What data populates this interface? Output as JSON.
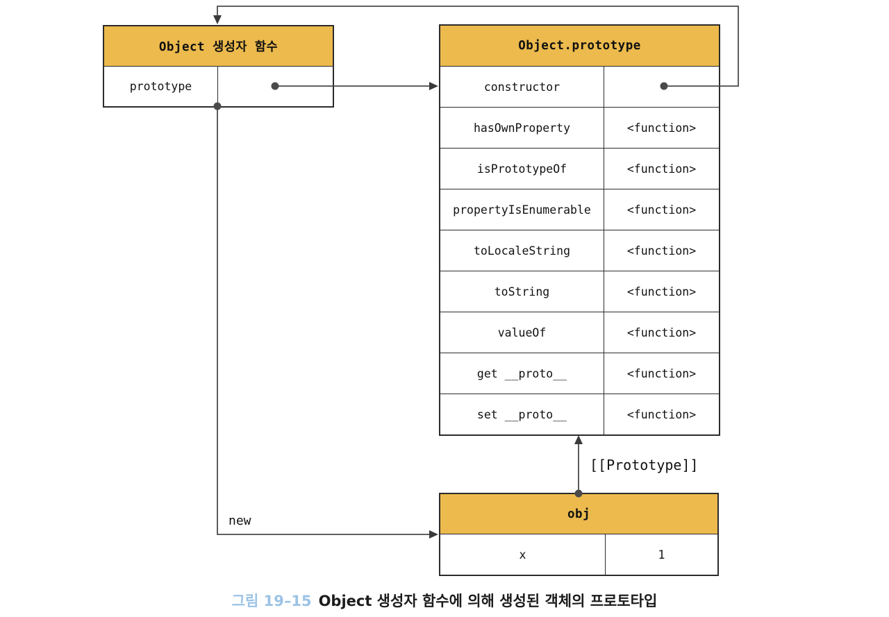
{
  "colors": {
    "header_fill": "#ECBA4D",
    "border_color": "#2b2b2b",
    "arrow_color": "#4a4a4a",
    "caption_accent": "#9CC3E5"
  },
  "constructor_box": {
    "title": "Object 생성자 함수",
    "rows": [
      {
        "name": "prototype",
        "value": ""
      }
    ]
  },
  "prototype_box": {
    "title": "Object.prototype",
    "rows": [
      {
        "name": "constructor",
        "value": ""
      },
      {
        "name": "hasOwnProperty",
        "value": "<function>"
      },
      {
        "name": "isPrototypeOf",
        "value": "<function>"
      },
      {
        "name": "propertyIsEnumerable",
        "value": "<function>"
      },
      {
        "name": "toLocaleString",
        "value": "<function>"
      },
      {
        "name": "toString",
        "value": "<function>"
      },
      {
        "name": "valueOf",
        "value": "<function>"
      },
      {
        "name": "get __proto__",
        "value": "<function>"
      },
      {
        "name": "set __proto__",
        "value": "<function>"
      }
    ]
  },
  "obj_box": {
    "title": "obj",
    "rows": [
      {
        "name": "x",
        "value": "1"
      }
    ]
  },
  "labels": {
    "new_keyword": "new",
    "prototype_link": "[[Prototype]]"
  },
  "caption": {
    "figure_number": "그림 19–15",
    "text": "Object 생성자 함수에 의해 생성된 객체의 프로토타입"
  }
}
